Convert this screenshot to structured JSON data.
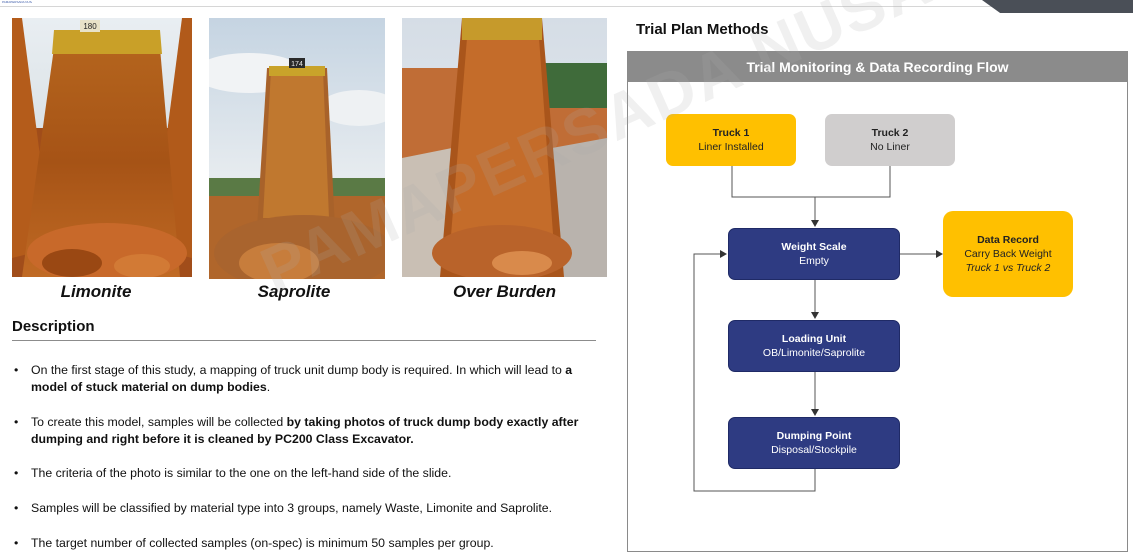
{
  "header": {
    "logo_text": "PAMAPERSADA NUSANTARA",
    "watermark": "PAMAPERSADA NUSANTARA"
  },
  "photos": [
    {
      "caption": "Limonite",
      "plate_number": "180"
    },
    {
      "caption": "Saprolite",
      "plate_number": "174"
    },
    {
      "caption": "Over Burden",
      "plate_number": ""
    }
  ],
  "description": {
    "title": "Description",
    "bullet_symbol": "•",
    "bullets": [
      {
        "pre": "On the first stage of this study, a mapping of truck unit dump body is required. In which will lead to ",
        "bold": "a model of stuck material on dump bodies",
        "post": "."
      },
      {
        "pre": "To create this model, samples will be collected ",
        "bold": "by taking photos of truck dump body exactly after dumping and right before it is cleaned by PC200 Class Excavator.",
        "post": ""
      },
      {
        "pre": "The criteria of the photo is similar to the one on the left-hand side of the slide.",
        "bold": "",
        "post": ""
      },
      {
        "pre": "Samples will be classified by material type into 3 groups, namely Waste, Limonite and Saprolite.",
        "bold": "",
        "post": ""
      },
      {
        "pre": "The target number of collected samples (on-spec) is minimum 50 samples per group.",
        "bold": "",
        "post": ""
      }
    ]
  },
  "trial_plan": {
    "title": "Trial Plan Methods",
    "panel_title": "Trial Monitoring & Data Recording Flow",
    "nodes": {
      "truck1": {
        "title": "Truck 1",
        "sub": "Liner Installed"
      },
      "truck2": {
        "title": "Truck 2",
        "sub": "No Liner"
      },
      "weight_scale": {
        "title": "Weight Scale",
        "sub": "Empty"
      },
      "data_record": {
        "title": "Data Record",
        "sub": "Carry Back Weight",
        "sub2": "Truck 1 vs Truck 2"
      },
      "loading_unit": {
        "title": "Loading Unit",
        "sub": "OB/Limonite/Saprolite"
      },
      "dumping_point": {
        "title": "Dumping Point",
        "sub": "Disposal/Stockpile"
      }
    }
  },
  "colors": {
    "yellow_node": "#ffc000",
    "gray_node": "#d0cece",
    "navy_node": "#2e3b82",
    "panel_header": "#8b8b8b"
  }
}
